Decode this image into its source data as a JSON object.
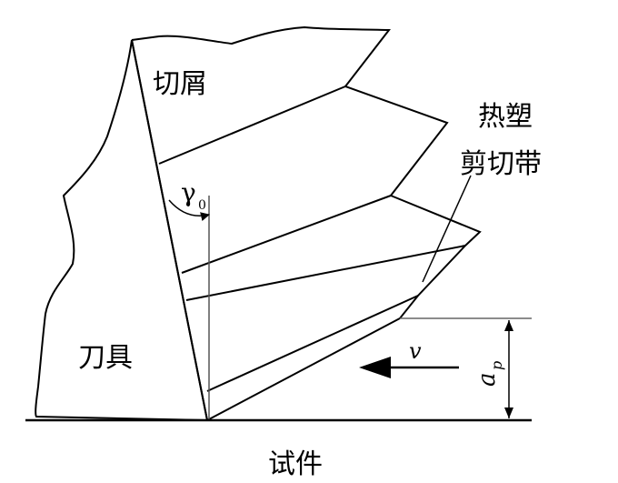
{
  "labels": {
    "chip": "切屑",
    "tool": "刀具",
    "workpiece": "试件",
    "shear_zone_line1": "热塑",
    "shear_zone_line2": "剪切带",
    "rake_angle_symbol": "γ",
    "rake_angle_subscript": "0",
    "velocity": "v",
    "depth_symbol": "a",
    "depth_subscript": "p"
  },
  "colors": {
    "line": "#000000",
    "thin_line": "#666666",
    "background": "#ffffff"
  }
}
